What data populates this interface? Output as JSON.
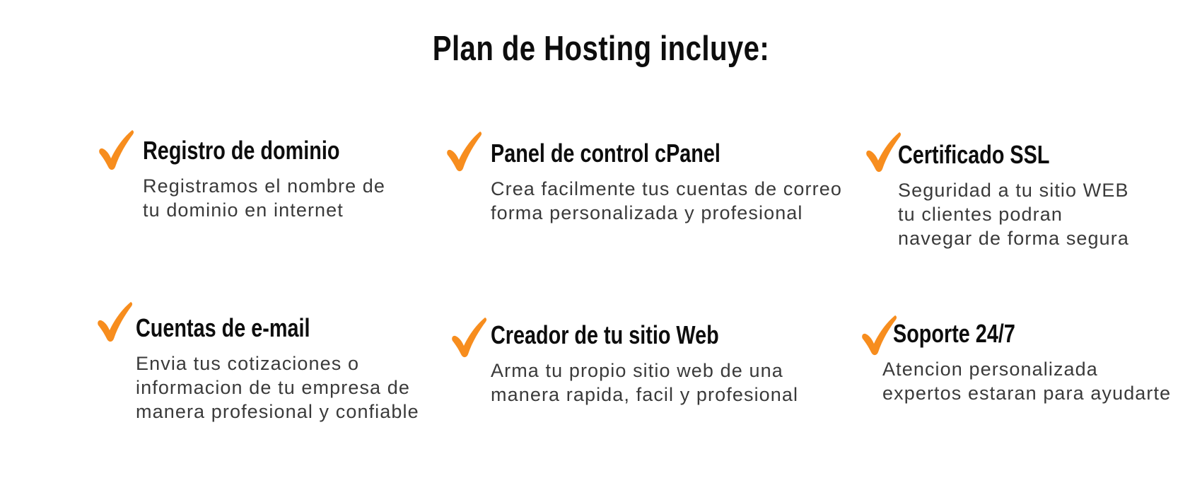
{
  "page": {
    "title": "Plan de Hosting incluye:"
  },
  "colors": {
    "background": "#ffffff",
    "check": "#f78d1e",
    "heading": "#0d0d0d",
    "description": "#3a3a3a"
  },
  "icons": {
    "check": "check-icon"
  },
  "features": [
    {
      "title": "Registro de dominio",
      "description_lines": [
        "Registramos el nombre de",
        "tu dominio en internet"
      ]
    },
    {
      "title": "Panel de control cPanel",
      "description_lines": [
        "Crea facilmente tus cuentas de correo",
        "forma personalizada y profesional"
      ]
    },
    {
      "title": "Certificado SSL",
      "description_lines": [
        "Seguridad a tu sitio WEB",
        "tu clientes podran",
        "navegar de forma segura"
      ]
    },
    {
      "title": "Cuentas de e-mail",
      "description_lines": [
        "Envia tus cotizaciones o",
        "informacion de tu empresa de",
        "manera profesional y confiable"
      ]
    },
    {
      "title": "Creador de tu sitio Web",
      "description_lines": [
        "Arma tu propio sitio web de una",
        "manera rapida, facil y profesional"
      ]
    },
    {
      "title": "Soporte 24/7",
      "description_lines": [
        "Atencion personalizada",
        "expertos estaran para ayudarte"
      ]
    }
  ]
}
